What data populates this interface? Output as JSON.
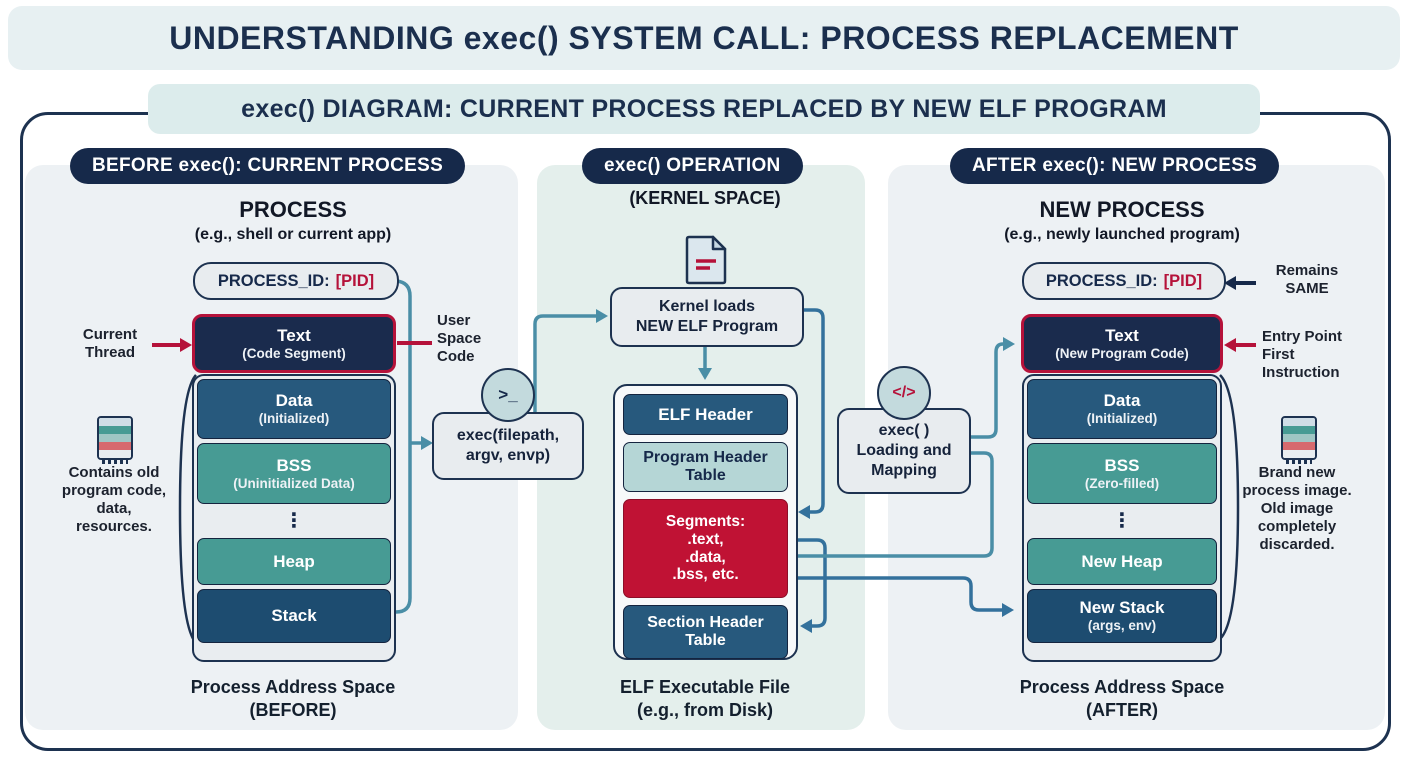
{
  "title": "UNDERSTANDING exec() SYSTEM CALL: PROCESS REPLACEMENT",
  "subtitle": "exec() DIAGRAM: CURRENT PROCESS REPLACED BY NEW ELF PROGRAM",
  "colors": {
    "navy": "#16294a",
    "steel_blue": "#27597d",
    "teal": "#479b94",
    "crimson": "#b5123a",
    "segments_red": "#c01234",
    "wire_teal": "#4a8ea6",
    "wire_blue": "#33719c",
    "panel_light": "#edf1f4",
    "panel_mint": "#e4efec"
  },
  "icons": {
    "terminal_glyph": ">_",
    "code_glyph": "</>",
    "dots_glyph": "⋮"
  },
  "before": {
    "header": "BEFORE exec(): CURRENT PROCESS",
    "process_title": "PROCESS",
    "process_subtitle": "(e.g., shell or current app)",
    "pid_label": "PROCESS_ID:",
    "pid_value": "[PID]",
    "current_thread": "Current\nThread",
    "user_space": "User\nSpace\nCode",
    "note": "Contains old\nprogram code,\ndata,\nresources.",
    "text_segment": {
      "label": "Text",
      "sub": "(Code Segment)"
    },
    "stack_segments": [
      {
        "label": "Data",
        "sub": "(Initialized)",
        "style": "data"
      },
      {
        "label": "BSS",
        "sub": "(Uninitialized Data)",
        "style": "bss"
      },
      {
        "glyph": "⋮",
        "style": "dots"
      },
      {
        "label": "Heap",
        "style": "heap"
      },
      {
        "label": "Stack",
        "style": "stack"
      }
    ],
    "caption": "Process Address Space\n(BEFORE)"
  },
  "operation": {
    "header": "exec() OPERATION",
    "subheader": "(KERNEL SPACE)",
    "kernel_loads": "Kernel loads\nNEW ELF Program",
    "exec_call": "exec(filepath,\nargv, envp)",
    "loading": "exec( )\nLoading and\nMapping",
    "elf_sections": [
      {
        "lines": "ELF Header",
        "style": "elfheader"
      },
      {
        "lines": "Program Header\nTable",
        "style": "pht"
      },
      {
        "lines": "Segments:\n.text,\n.data,\n.bss, etc.",
        "style": "segments"
      },
      {
        "lines": "Section Header\nTable",
        "style": "sht"
      }
    ],
    "caption": "ELF Executable File\n(e.g., from Disk)"
  },
  "after": {
    "header": "AFTER exec(): NEW PROCESS",
    "process_title": "NEW PROCESS",
    "process_subtitle": "(e.g., newly launched program)",
    "pid_label": "PROCESS_ID:",
    "pid_value": "[PID]",
    "remains": "Remains\nSAME",
    "entry_point": "Entry Point\nFirst\nInstruction",
    "note": "Brand new\nprocess image.\nOld image\ncompletely\ndiscarded.",
    "text_segment": {
      "label": "Text",
      "sub": "(New Program Code)"
    },
    "stack_segments": [
      {
        "label": "Data",
        "sub": "(Initialized)",
        "style": "data"
      },
      {
        "label": "BSS",
        "sub": "(Zero-filled)",
        "style": "bss"
      },
      {
        "glyph": "⋮",
        "style": "dots"
      },
      {
        "label": "New Heap",
        "style": "heap"
      },
      {
        "label": "New Stack",
        "sub": "(args, env)",
        "style": "stack"
      }
    ],
    "caption": "Process Address Space\n(AFTER)"
  }
}
